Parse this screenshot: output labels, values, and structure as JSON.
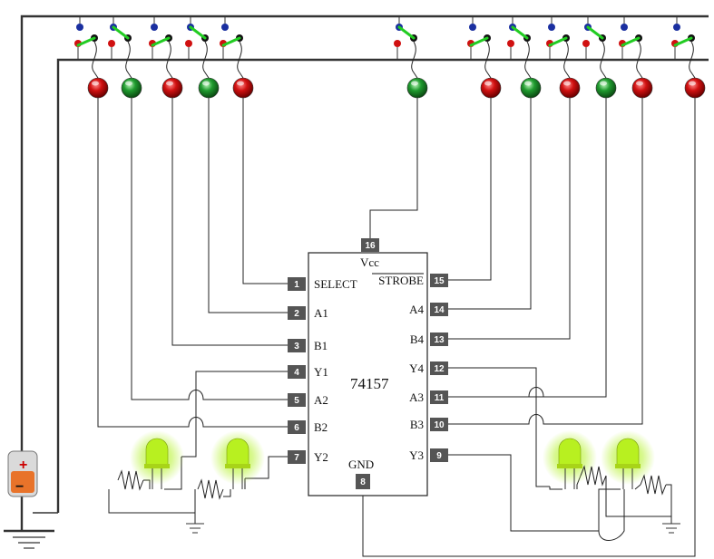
{
  "chip": {
    "name": "74157",
    "vcc_label": "Vcc",
    "gnd_label": "GND",
    "left_pins": [
      {
        "num": "1",
        "label": "SELECT"
      },
      {
        "num": "2",
        "label": "A1"
      },
      {
        "num": "3",
        "label": "B1"
      },
      {
        "num": "4",
        "label": "Y1"
      },
      {
        "num": "5",
        "label": "A2"
      },
      {
        "num": "6",
        "label": "B2"
      },
      {
        "num": "7",
        "label": "Y2"
      }
    ],
    "right_pins": [
      {
        "num": "15",
        "label": "STROBE"
      },
      {
        "num": "14",
        "label": "A4"
      },
      {
        "num": "13",
        "label": "B4"
      },
      {
        "num": "12",
        "label": "Y4"
      },
      {
        "num": "11",
        "label": "A3"
      },
      {
        "num": "10",
        "label": "B3"
      },
      {
        "num": "9",
        "label": "Y3"
      }
    ],
    "top_pin": {
      "num": "16"
    },
    "bottom_pin": {
      "num": "8"
    }
  },
  "colors": {
    "led_red": "#d01010",
    "led_green": "#1f9a2e",
    "output_led": "#b8f020",
    "pin_box": "#555555",
    "switch_lever": "#22cc22"
  },
  "switches": [
    {
      "led_color": "red",
      "state": "off"
    },
    {
      "led_color": "green",
      "state": "on"
    },
    {
      "led_color": "red",
      "state": "off"
    },
    {
      "led_color": "green",
      "state": "on"
    },
    {
      "led_color": "red",
      "state": "off"
    },
    {
      "led_color": "green",
      "state": "on"
    },
    {
      "led_color": "red",
      "state": "off"
    },
    {
      "led_color": "green",
      "state": "on"
    },
    {
      "led_color": "red",
      "state": "off"
    },
    {
      "led_color": "green",
      "state": "on"
    },
    {
      "led_color": "red",
      "state": "off"
    },
    {
      "led_color": "red",
      "state": "off"
    }
  ],
  "battery": {
    "plus": "+",
    "minus": "−"
  }
}
